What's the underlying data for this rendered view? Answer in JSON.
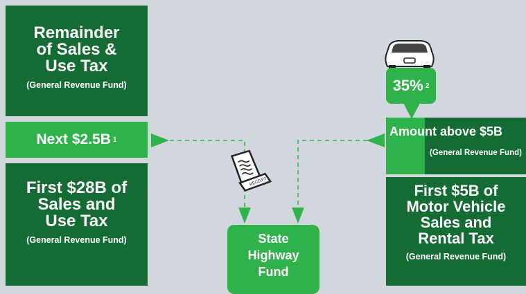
{
  "left": {
    "top": {
      "title": "Remainder\nof Sales &\nUse Tax",
      "sub": "(General Revenue Fund)"
    },
    "mid": {
      "title": "Next $2.5B",
      "sup": "1"
    },
    "bottom": {
      "title": "First $28B of\nSales and\nUse Tax",
      "sub": "(General Revenue Fund)"
    }
  },
  "right": {
    "percent": {
      "title": "35%",
      "sup": "2"
    },
    "top": {
      "title": "Amount above $5B",
      "sub": "(General Revenue Fund)"
    },
    "bottom": {
      "title": "First $5B of\nMotor Vehicle\nSales and\nRental Tax",
      "sub": "(General Revenue Fund)"
    }
  },
  "center": {
    "receipt_text": "RECEIPT",
    "highway": {
      "title": "State\nHighway\nFund"
    }
  },
  "colors": {
    "dark_green": "#146b34",
    "bright_green": "#2fb24a",
    "background": "#d2d7dd"
  },
  "icons": [
    "car-icon",
    "receipt-icon"
  ]
}
